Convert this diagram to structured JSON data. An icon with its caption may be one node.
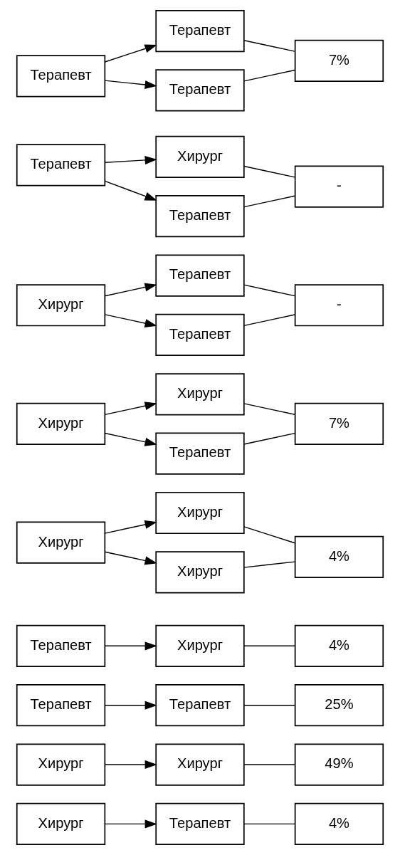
{
  "diagram": {
    "nodes": [
      {
        "text": [
          "Хирург"
        ]
      },
      {
        "text": [
          "Терапевт"
        ]
      },
      {
        "text": [
          "4%"
        ]
      },
      {
        "text": [
          "Хирург"
        ]
      },
      {
        "text": [
          "Хирург"
        ]
      },
      {
        "text": [
          "49%"
        ]
      },
      {
        "text": [
          "Терапевт"
        ]
      },
      {
        "text": [
          "Терапевт"
        ]
      },
      {
        "text": [
          "25%"
        ]
      },
      {
        "text": [
          "Терапевт"
        ]
      },
      {
        "text": [
          "Хирург"
        ]
      },
      {
        "text": [
          "4%"
        ]
      },
      {
        "text": [
          "Хирург"
        ]
      },
      {
        "text": [
          "Хирург"
        ]
      },
      {
        "text": [
          "Хирург"
        ]
      },
      {
        "text": [
          "4%"
        ]
      },
      {
        "text": [
          "Хирург"
        ]
      },
      {
        "text": [
          "Хирург"
        ]
      },
      {
        "text": [
          "Терапевт"
        ]
      },
      {
        "text": [
          "7%"
        ]
      },
      {
        "text": [
          "Хирург"
        ]
      },
      {
        "text": [
          "Терапевт"
        ]
      },
      {
        "text": [
          "Терапевт"
        ]
      },
      {
        "text": [
          "-"
        ]
      },
      {
        "text": [
          "Терапевт"
        ]
      },
      {
        "text": [
          "Хирург"
        ]
      },
      {
        "text": [
          "Терапевт"
        ]
      },
      {
        "text": [
          "-"
        ]
      },
      {
        "text": [
          "Терапевт"
        ]
      },
      {
        "text": [
          "Терапевт"
        ]
      },
      {
        "text": [
          "Терапевт"
        ]
      },
      {
        "text": [
          "7%"
        ]
      }
    ],
    "edges": [
      {
        "from": 0,
        "to": 1,
        "arrow": "to"
      },
      {
        "from": 1,
        "to": 2,
        "arrow": "none"
      },
      {
        "from": 3,
        "to": 4,
        "arrow": "to"
      },
      {
        "from": 4,
        "to": 5,
        "arrow": "none"
      },
      {
        "from": 6,
        "to": 7,
        "arrow": "to"
      },
      {
        "from": 7,
        "to": 8,
        "arrow": "none"
      },
      {
        "from": 9,
        "to": 10,
        "arrow": "to"
      },
      {
        "from": 10,
        "to": 11,
        "arrow": "none"
      },
      {
        "from": 12,
        "to": 13,
        "arrow": "to"
      },
      {
        "from": 12,
        "to": 14,
        "arrow": "to"
      },
      {
        "from": 13,
        "to": 15,
        "arrow": "none"
      },
      {
        "from": 14,
        "to": 15,
        "arrow": "none"
      },
      {
        "from": 16,
        "to": 17,
        "arrow": "to"
      },
      {
        "from": 16,
        "to": 18,
        "arrow": "to"
      },
      {
        "from": 17,
        "to": 19,
        "arrow": "none"
      },
      {
        "from": 18,
        "to": 19,
        "arrow": "none"
      },
      {
        "from": 20,
        "to": 21,
        "arrow": "to"
      },
      {
        "from": 20,
        "to": 22,
        "arrow": "to"
      },
      {
        "from": 21,
        "to": 23,
        "arrow": "none"
      },
      {
        "from": 22,
        "to": 23,
        "arrow": "none"
      },
      {
        "from": 24,
        "to": 25,
        "arrow": "to"
      },
      {
        "from": 24,
        "to": 26,
        "arrow": "to"
      },
      {
        "from": 25,
        "to": 27,
        "arrow": "none"
      },
      {
        "from": 26,
        "to": 27,
        "arrow": "none"
      },
      {
        "from": 28,
        "to": 29,
        "arrow": "to"
      },
      {
        "from": 28,
        "to": 30,
        "arrow": "to"
      },
      {
        "from": 29,
        "to": 31,
        "arrow": "none"
      },
      {
        "from": 30,
        "to": 31,
        "arrow": "none"
      }
    ]
  }
}
